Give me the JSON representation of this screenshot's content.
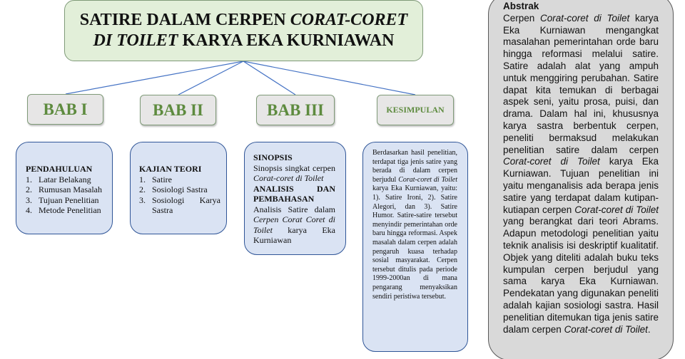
{
  "title": {
    "part1": "SATIRE DALAM CERPEN ",
    "part1_italic": "CORAT-CORET",
    "part2_italic": "DI TOILET",
    "part2": " KARYA EKA KURNIAWAN"
  },
  "headers": {
    "bab1": "BAB I",
    "bab2": "BAB II",
    "bab3": "BAB III",
    "kesimpulan": "KESIMPULAN"
  },
  "bab1": {
    "heading": "PENDAHULUAN",
    "items": [
      {
        "num": "1.",
        "text": "Latar Belakang"
      },
      {
        "num": "2.",
        "text": "Rumusan Masalah"
      },
      {
        "num": "3.",
        "text": "Tujuan Penelitian"
      },
      {
        "num": "4.",
        "text": "Metode Penelitian"
      }
    ]
  },
  "bab2": {
    "heading": "KAJIAN TEORI",
    "items": [
      {
        "num": "1.",
        "text": "Satire"
      },
      {
        "num": "2.",
        "text": "Sosiologi Sastra"
      },
      {
        "num": "3.",
        "text": "Sosiologi Karya Sastra"
      }
    ]
  },
  "bab3": {
    "heading1": "SINOPSIS",
    "text1_a": "Sinopsis singkat cerpen ",
    "text1_italic": "Corat-coret di Toilet",
    "heading2": "ANALISIS DAN PEMBAHASAN",
    "text2_a": "Analisis Satire dalam ",
    "text2_italic": "Cerpen Corat Coret di Toilet",
    "text2_b": " karya Eka Kurniawan"
  },
  "kesimpulan": {
    "text_a": "Berdasarkan hasil penelitian, terdapat tiga jenis satire yang berada di dalam cerpen berjudul ",
    "text_italic": "Corat-coret di Toilet",
    "text_b": " karya Eka Kurniawan, yaitu: 1). Satire Ironi, 2). Satire Alegori, dan 3). Satire Humor. Satire-satire tersebut menyindir pemerintahan orde baru hingga reformasi. Aspek masalah dalam cerpen adalah pengaruh kuasa terhadap sosial masyarakat. Cerpen tersebut ditulis pada periode 1999-2000an di mana pengarang menyaksikan sendiri peristiwa tersebut."
  },
  "abstract": {
    "title": "Abstrak",
    "p1": "Cerpen ",
    "i1": "Corat-coret di Toilet",
    "p2": " karya Eka Kurniawan mengangkat masalahan pemerintahan orde baru hingga reformasi melalui satire. Satire adalah alat yang ampuh untuk menggiring perubahan. Satire dapat kita temukan di berbagai aspek seni, yaitu prosa, puisi, dan drama. Dalam hal ini, khususnya karya sastra berbentuk cerpen, peneliti bermaksud melakukan penelitian satire dalam cerpen ",
    "i2": "Corat-coret di Toilet",
    "p3": " karya Eka Kurniawan. Tujuan penelitian ini yaitu menganalisis ada berapa jenis satire yang terdapat dalam kutipan-kutiapan cerpen ",
    "i3": "Corat-coret di Toilet",
    "p4": " yang berangkat dari teori Abrams. Adapun metodologi penelitian yaitu teknik analisis isi deskriptif kualitatif. Objek yang diteliti adalah buku teks kumpulan cerpen berjudul yang sama karya Eka Kurniawan. Pendekatan yang digunakan peneliti adalah kajian sosiologi sastra. Hasil penelitian ditemukan tiga jenis satire dalam cerpen ",
    "i4": "Corat-coret di Toilet",
    "p5": "."
  },
  "colors": {
    "title_fill": "#e2efd9",
    "header_fill": "#e7e6e6",
    "header_text": "#5e8b3f",
    "card_fill": "#dae3f3",
    "card_border": "#2f5597",
    "abstract_fill": "#d9d9d9",
    "connector": "#4472c4"
  }
}
